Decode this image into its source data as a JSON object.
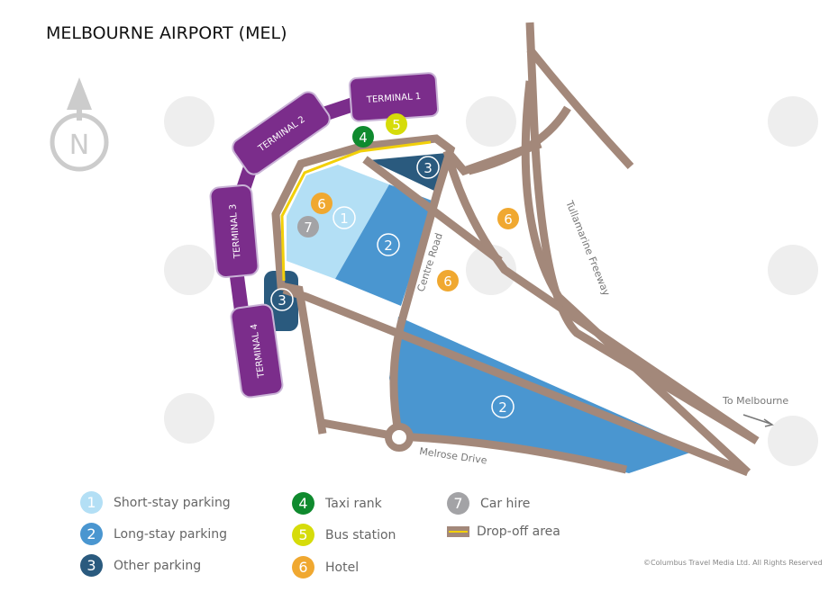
{
  "title": "MELBOURNE AIRPORT (MEL)",
  "compass": "N",
  "terminals": [
    "TERMINAL 1",
    "TERMINAL 2",
    "TERMINAL 3",
    "TERMINAL 4"
  ],
  "roads": {
    "centre": "Centre Road",
    "freeway": "Tullamarine Freeway",
    "melrose": "Melrose Drive",
    "to_city": "To Melbourne"
  },
  "markers": {
    "short": "1",
    "long": "2",
    "other": "3",
    "taxi": "4",
    "bus": "5",
    "hotel": "6",
    "car": "7"
  },
  "legend": [
    {
      "num": "1",
      "label": "Short-stay parking",
      "color": "#b3dff5"
    },
    {
      "num": "2",
      "label": "Long-stay parking",
      "color": "#4a96d0"
    },
    {
      "num": "3",
      "label": "Other parking",
      "color": "#2a5a7e"
    },
    {
      "num": "4",
      "label": "Taxi rank",
      "color": "#0f8a2e"
    },
    {
      "num": "5",
      "label": "Bus station",
      "color": "#d6dc0a"
    },
    {
      "num": "6",
      "label": "Hotel",
      "color": "#f0a830"
    },
    {
      "num": "7",
      "label": "Car hire",
      "color": "#a3a3a6"
    },
    {
      "num": "",
      "label": "Drop-off area",
      "color": "#a3887a"
    }
  ],
  "watermark": "Columbus Travel Media",
  "credit": "©Columbus Travel Media Ltd. All Rights Reserved"
}
